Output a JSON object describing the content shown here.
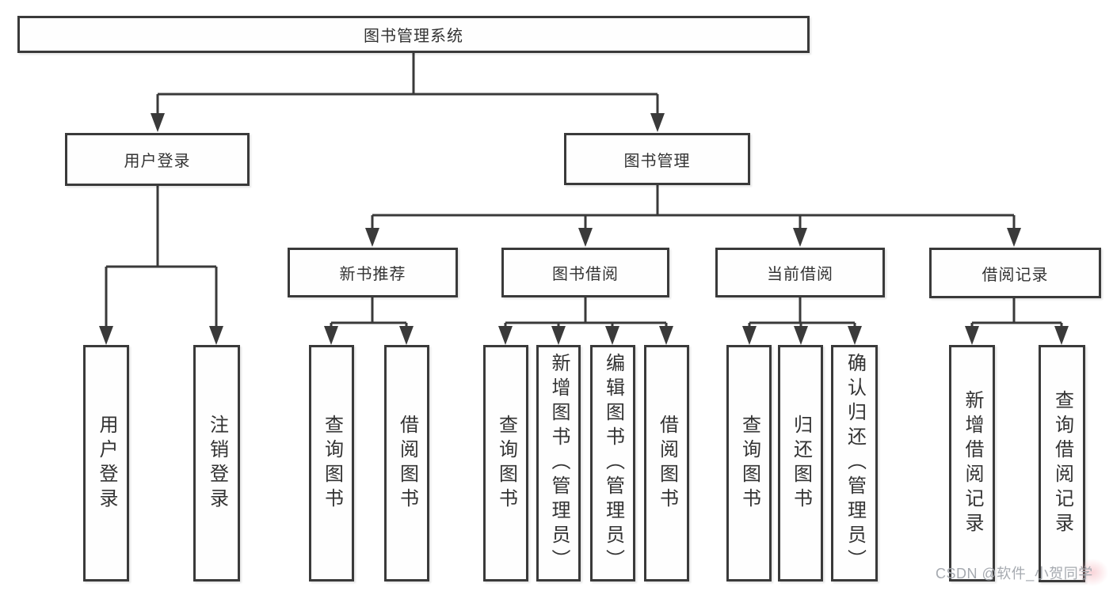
{
  "colors": {
    "background": "#ffffff",
    "line": "#3a3a3a",
    "box_border": "#3a3a3a",
    "text": "#333333",
    "watermark": "#a6aab0"
  },
  "diagram": {
    "root": "图书管理系统",
    "level2": {
      "user_login": "用户登录",
      "book_management": "图书管理"
    },
    "level3": {
      "new_book_recommend": "新书推荐",
      "book_borrow": "图书借阅",
      "current_borrow": "当前借阅",
      "borrow_records": "借阅记录"
    },
    "leaves": {
      "user_login": "用户登录",
      "logout_login": "注销登录",
      "query_books_1": "查询图书",
      "borrow_books_1": "借阅图书",
      "query_books_2": "查询图书",
      "add_book_admin": "新增图书（管理员）",
      "edit_book_admin": "编辑图书（管理员）",
      "borrow_books_2": "借阅图书",
      "query_books_3": "查询图书",
      "return_book": "归还图书",
      "confirm_return_admin": "确认归还（管理员）",
      "add_borrow_record": "新增借阅记录",
      "query_borrow_record": "查询借阅记录"
    }
  },
  "watermark": "CSDN @软件_小贺同学"
}
